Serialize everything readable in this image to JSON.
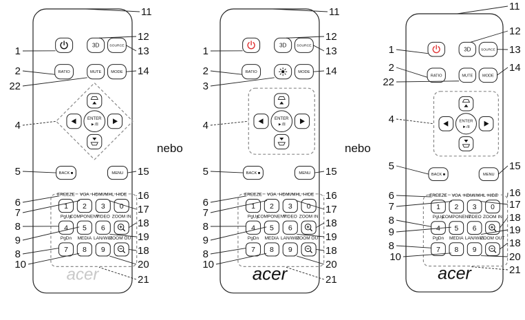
{
  "separator_text": "nebo",
  "brand_text": "acer",
  "numbers": {
    "n1": "1",
    "n2": "2",
    "n3": "3",
    "n4": "4",
    "n5": "5",
    "n6": "6",
    "n7": "7",
    "n8": "8",
    "n9": "9",
    "n10": "10",
    "n11": "11",
    "n12": "12",
    "n13": "13",
    "n14": "14",
    "n15": "15",
    "n16": "16",
    "n17": "17",
    "n18": "18",
    "n19": "19",
    "n20": "20",
    "n21": "21",
    "n22": "22"
  },
  "buttons": {
    "three_d": "3D",
    "source": "SOURCE",
    "ratio": "RATIO",
    "mute": "MUTE",
    "mode": "MODE",
    "enter": "ENTER",
    "play_pause": "►/II",
    "back": "BACK ■",
    "menu": "MENU",
    "k1": "1",
    "k2": "2",
    "k3": "3",
    "k0": "0",
    "k4": "4",
    "k5": "5",
    "k6": "6",
    "k7": "7",
    "k8": "8",
    "k9": "9"
  },
  "key_labels": {
    "freeze": "FREEZE",
    "vga": "VGA",
    "hdmi_mhl": "HDMI/MHL",
    "hide": "HIDE",
    "pgup": "PgUp",
    "component": "COMPONENT",
    "video": "VIDEO",
    "zoom_in": "ZOOM IN",
    "pgdn": "PgDn",
    "media": "MEDIA",
    "lan_wifi": "LAN/WiFi",
    "zoom_out": "ZOOM OUT"
  },
  "colors": {
    "power": "#e03030",
    "outline": "#222222",
    "brand_gray": "#c8c8c8",
    "brand_dark": "#111111",
    "dashed": "#888888"
  }
}
